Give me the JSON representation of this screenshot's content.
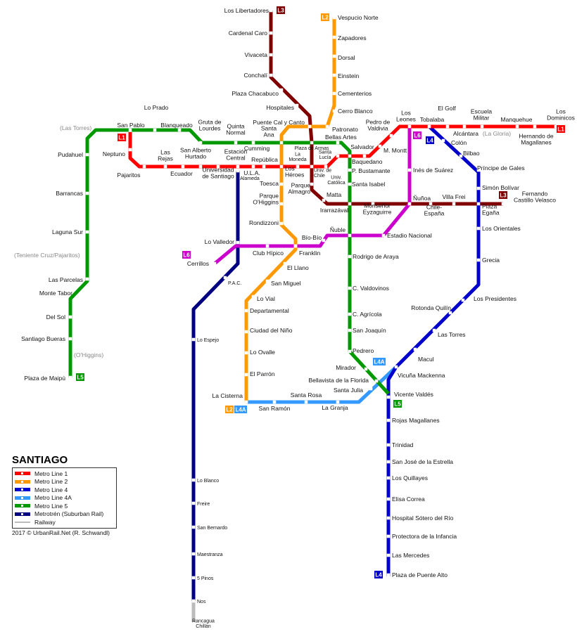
{
  "title": "SANTIAGO",
  "copyright": "2017 © UrbanRail.Net (R. Schwandl)",
  "legend": [
    {
      "label": "Metro Line 1",
      "color": "#ff0000"
    },
    {
      "label": "Metro Line 2",
      "color": "#ff9900"
    },
    {
      "label": "Metro Line 4",
      "color": "#0000cc"
    },
    {
      "label": "Metro Line 4A",
      "color": "#3399ff"
    },
    {
      "label": "Metro Line 5",
      "color": "#009900"
    },
    {
      "label": "Metrotrén (Suburban Rail)",
      "color": "#000080"
    },
    {
      "label": "Railway",
      "color": "#bbbbbb"
    }
  ],
  "colors": {
    "L1": "#ff0000",
    "L2": "#ff9900",
    "L3": "#800000",
    "L4": "#0000cc",
    "L4A": "#3399ff",
    "L5": "#009900",
    "L6": "#cc00cc",
    "MT": "#000080",
    "RW": "#bbbbbb"
  },
  "badges": {
    "L1": "L1",
    "L2": "L2",
    "L3": "L3",
    "L4": "L4",
    "L4A": "L4A",
    "L5": "L5",
    "L6": "L6"
  },
  "labels": {
    "los-libertadores": "Los Libertadores",
    "cardenal-caro": "Cardenal Caro",
    "vivaceta": "Vivaceta",
    "conchali": "Conchalí",
    "plaza-chacabuco": "Plaza Chacabuco",
    "hospitales": "Hospitales",
    "puente-cal-y-canto": "Puente Cal y Canto",
    "vespucio-norte": "Vespucio Norte",
    "zapadores": "Zapadores",
    "dorsal": "Dorsal",
    "einstein": "Einstein",
    "cementerios": "Cementerios",
    "cerro-blanco": "Cerro Blanco",
    "patronato": "Patronato",
    "bellas-artes": "Bellas Artes",
    "las-torres-old": "(Las Torres)",
    "pudahuel": "Pudahuel",
    "barrancas": "Barrancas",
    "laguna-sur": "Laguna Sur",
    "teniente-cruz": "(Teniente Cruz/Pajaritos)",
    "las-parcelas": "Las Parcelas",
    "monte-tabor": "Monte Tabor",
    "del-sol": "Del Sol",
    "santiago-bueras": "Santiago Bueras",
    "ohiggins-old": "(O'Higgins)",
    "plaza-de-maipu": "Plaza de Maipú",
    "lo-prado": "Lo Prado",
    "san-pablo": "San Pablo",
    "blanqueado": "Blanqueado",
    "gruta-de-lourdes": "Gruta de\nLourdes",
    "quinta-normal": "Quinta\nNormal",
    "santa-ana": "Santa\nAna",
    "cumming": "Cumming",
    "plaza-de-armas": "Plaza de Armas",
    "santa-lucia": "Santa\nLucía",
    "la-moneda": "La\nMoneda",
    "neptuno": "Neptuno",
    "pajaritos": "Pajaritos",
    "las-rejas": "Las\nRejas",
    "ecuador": "Ecuador",
    "san-alberto-hurtado": "San Alberto\nHurtado",
    "estacion-central": "Estación\nCentral",
    "republica": "República",
    "universidad-de-santiago": "Universidad\nde Santiago",
    "ula": "U.L.A.",
    "alameda": "Alameda",
    "los-heroes": "Los\nHéroes",
    "toesca": "Toesca",
    "parque-ohiggins": "Parque\nO'Higgins",
    "rondizzoni": "Rondizzoni",
    "parque-almagro": "Parque\nAlmagro",
    "univ-de-chile": "Univ. de\nChile",
    "univ-catolica": "Univ.\nCatólica",
    "matta": "Matta",
    "irarrazaval": "Irarrazával",
    "baquedano": "Baquedano",
    "p-bustamante": "P. Bustamante",
    "santa-isabel": "Santa Isabel",
    "salvador": "Salvador",
    "m-montt": "M. Montt",
    "pedro-de-valdivia": "Pedro de\nValdivia",
    "los-leones": "Los\nLeones",
    "tobalaba": "Tobalaba",
    "el-golf": "El Golf",
    "escuela-militar": "Escuela\nMilitar",
    "manquehue": "Manquehue",
    "los-dominicos": "Los\nDominicos",
    "alcantara": "Alcántara",
    "la-gloria": "(La Gloria)",
    "hernando-de-magallanes": "Hernando de\nMagallanes",
    "colon": "Colón",
    "bilbao": "Bilbao",
    "principe-de-gales": "Príncipe de Gales",
    "ines-de-suarez": "Inés de Suárez",
    "simon-bolivar": "Simón Bolívar",
    "nunoa": "Ñuñoa",
    "villa-frei": "Villa Frei",
    "fernando-castillo-velasco": "Fernando\nCastillo Velasco",
    "monsenor-eyzaguirre": "Monseñor\nEyzaguirre",
    "chile-espana": "Chile-\nEspaña",
    "plaza-egana": "Plaza\nEgaña",
    "los-orientales": "Los Orientales",
    "estadio-nacional": "Estadio Nacional",
    "nuble": "Ñuble",
    "bio-bio": "Bío-Bío",
    "lo-valledor": "Lo Valledor",
    "club-hipico": "Club Hípico",
    "franklin": "Franklin",
    "cerrillos": "Cerrillos",
    "el-llano": "El Llano",
    "rodrigo-de-araya": "Rodrigo de Araya",
    "grecia": "Grecia",
    "pac": "P.A.C.",
    "san-miguel": "San Miguel",
    "c-valdovinos": "C. Valdovinos",
    "los-presidentes": "Los Presidentes",
    "lo-vial": "Lo Vial",
    "rotonda-quilin": "Rotonda Quilín",
    "departamental": "Departamental",
    "c-agricola": "C. Agrícola",
    "ciudad-del-nino": "Ciudad del Niño",
    "san-joaquin": "San Joaquín",
    "las-torres": "Las Torres",
    "lo-espejo": "Lo Espejo",
    "lo-ovalle": "Lo Ovalle",
    "pedrero": "Pedrero",
    "macul": "Macul",
    "mirador": "Mirador",
    "vicuna-mackenna": "Vicuña Mackenna",
    "el-parron": "El Parrón",
    "bellavista-de-la-florida": "Bellavista de la Florida",
    "santa-julia": "Santa Julia",
    "vicente-valdes": "Vicente Valdés",
    "la-cisterna": "La Cisterna",
    "santa-rosa": "Santa Rosa",
    "san-ramon": "San Ramón",
    "la-granja": "La Granja",
    "rojas-magallanes": "Rojas Magallanes",
    "trinidad": "Trinidad",
    "san-jose-de-la-estrella": "San José de la Estrella",
    "los-quillayes": "Los Quillayes",
    "elisa-correa": "Elisa Correa",
    "hospital-sotero-del-rio": "Hospital Sótero del Río",
    "protectora-de-la-infancia": "Protectora de la Infancia",
    "las-mercedes": "Las Mercedes",
    "plaza-de-puente-alto": "Plaza de Puente Alto",
    "lo-blanco": "Lo Blanco",
    "freire": "Freire",
    "san-bernardo": "San Bernardo",
    "maestranza": "Maestranza",
    "cinco-pinos": "5 Pinos",
    "nos": "Nos",
    "rancagua-chillan": "Rancagua\nChillán"
  }
}
